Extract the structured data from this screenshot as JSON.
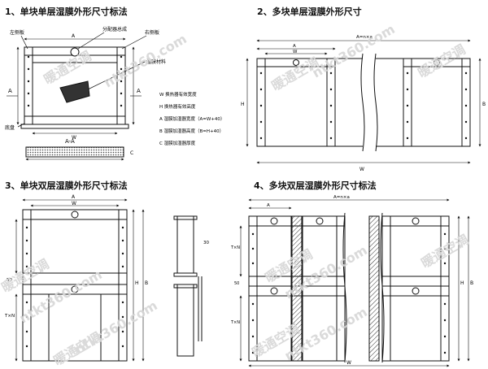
{
  "sections": {
    "s1": "1、单块单层湿膜外形尺寸标法",
    "s2": "2、多块单层湿膜外形尺寸",
    "s3": "3、单块双层湿膜外形尺寸标法",
    "s4": "4、多块双层湿膜外形尺寸标法"
  },
  "callouts": {
    "left_plate": "左侧板",
    "distributor": "分配器总成",
    "right_plate": "右侧板",
    "media": "湿膜材料",
    "base": "底盘"
  },
  "dims": {
    "A": "A",
    "W": "W",
    "H": "H",
    "B": "B",
    "C": "C",
    "AA": "A-A",
    "Anxa": "A=n×a",
    "TxN": "T×N",
    "d50": "50",
    "d30": "30"
  },
  "legend": [
    "W  换热器有效宽度",
    "H  换热器有效高度",
    "A  湿膜加湿器宽度（A=W+40）",
    "B  湿膜加湿器高度（B=H+40）",
    "C  湿膜加湿器厚度"
  ],
  "watermark": {
    "cn": "暖通空调",
    "en": "ntkt360.com"
  }
}
